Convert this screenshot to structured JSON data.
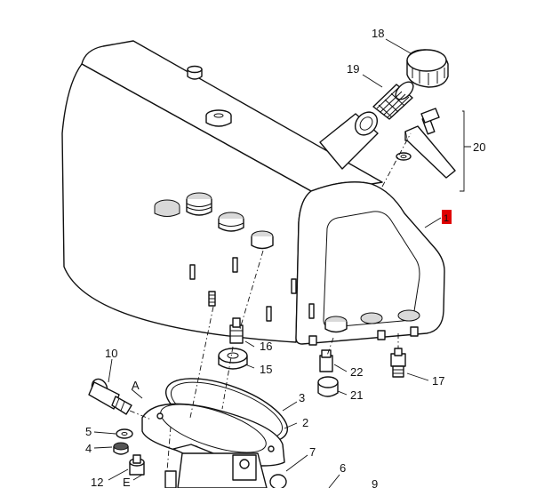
{
  "callouts": {
    "c18": "18",
    "c19": "19",
    "c20": "20",
    "c1": "1",
    "c16": "16",
    "c15": "15",
    "c22": "22",
    "c21": "21",
    "c17": "17",
    "c10": "10",
    "cA": "A",
    "c3": "3",
    "c2": "2",
    "c5": "5",
    "c4": "4",
    "c7": "7",
    "c6": "6",
    "c12": "12",
    "cE": "E",
    "c9": "9"
  },
  "colors": {
    "highlight": "#e00000",
    "line": "#111111",
    "background": "#ffffff"
  }
}
